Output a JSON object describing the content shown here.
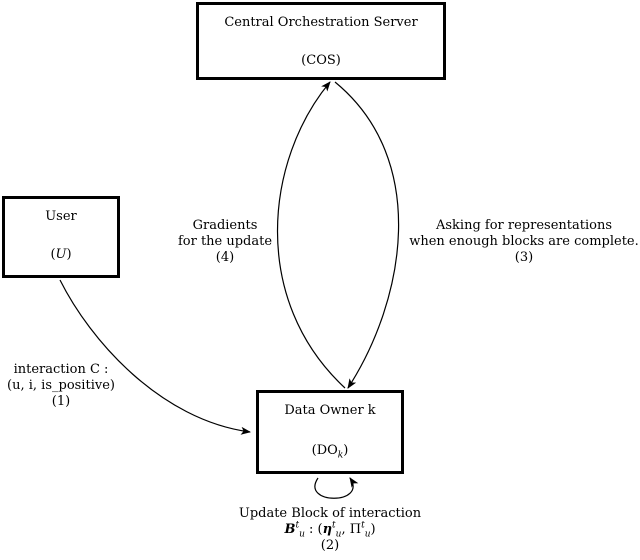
{
  "nodes": {
    "cos": {
      "title": "Central Orchestration Server",
      "abbr": "(COS)"
    },
    "user": {
      "title": "User",
      "abbr_open": "(",
      "abbr_symbol": "U",
      "abbr_close": ")"
    },
    "data_owner": {
      "title": "Data Owner k",
      "abbr_open": "(DO",
      "abbr_sub": "k",
      "abbr_close": ")"
    }
  },
  "edges": {
    "interaction": {
      "line1": "interaction C :",
      "line2": "(u, i, is_positive)",
      "step": "(1)"
    },
    "update_block": {
      "line1": "Update Block of interaction",
      "formula": {
        "B": "B",
        "B_sub": "u",
        "B_sup": "t",
        "colon": " : (",
        "eta": "η",
        "eta_sub": "u",
        "eta_sup": "t",
        "comma": ", ",
        "pi": "Π",
        "pi_sub": "u",
        "pi_sup": "t",
        "close": ")"
      },
      "step": "(2)"
    },
    "asking": {
      "line1": "Asking for representations",
      "line2": "when enough blocks are complete.",
      "step": "(3)"
    },
    "gradients": {
      "line1": "Gradients",
      "line2": "for the update",
      "step": "(4)"
    }
  }
}
